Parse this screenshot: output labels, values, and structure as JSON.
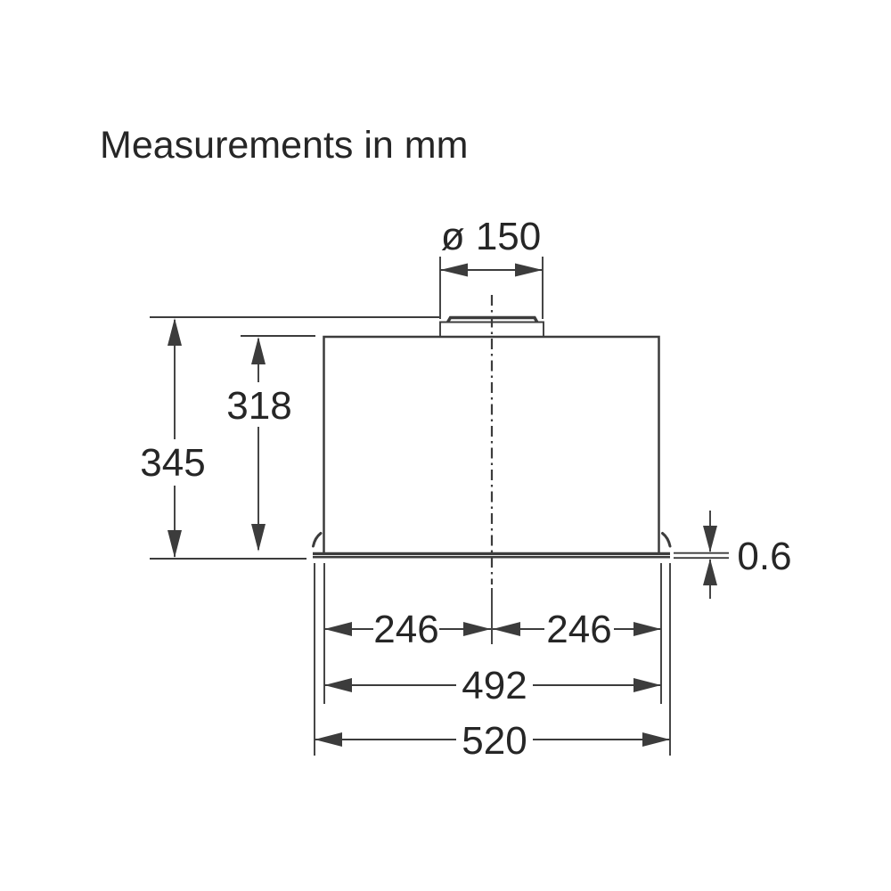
{
  "title": "Measurements in mm",
  "colors": {
    "background": "#ffffff",
    "line": "#3c3c3c",
    "text": "#262626"
  },
  "drawing": {
    "unit": "mm",
    "labels": {
      "duct_diameter": "ø 150",
      "total_height": "345",
      "body_height": "318",
      "panel_thickness": "0.6",
      "left_half_width": "246",
      "right_half_width": "246",
      "inner_width": "492",
      "overall_width": "520"
    }
  }
}
